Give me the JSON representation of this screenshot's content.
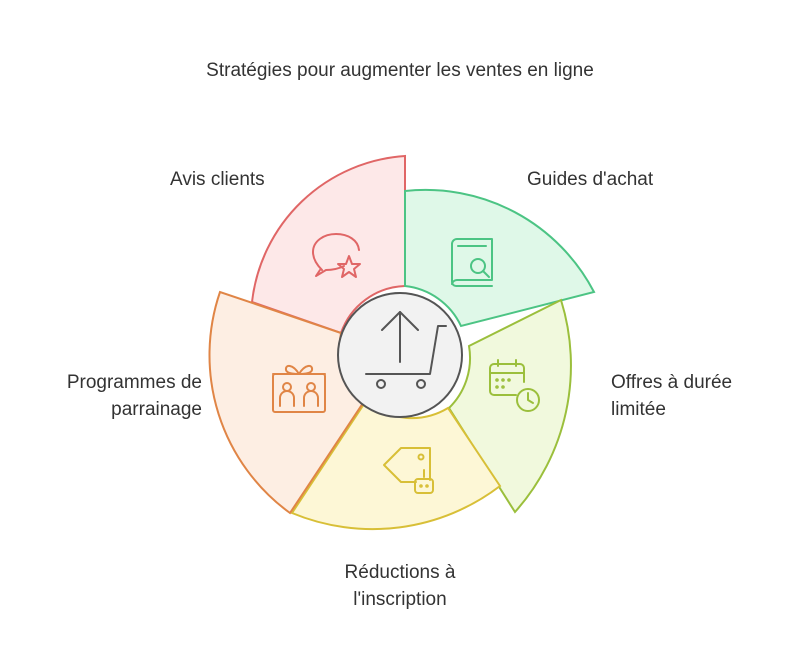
{
  "title": "Stratégies pour augmenter les ventes en ligne",
  "center": {
    "icon": "shopping-cart-upload-icon",
    "fill": "#f2f2f2",
    "stroke": "#555555"
  },
  "segments": [
    {
      "key": "avis",
      "lines": [
        "Avis clients"
      ],
      "icon": "chat-star-icon",
      "fill": "#fde8e8",
      "stroke": "#e06666"
    },
    {
      "key": "guides",
      "lines": [
        "Guides d'achat"
      ],
      "icon": "book-search-icon",
      "fill": "#dff8e8",
      "stroke": "#4cc484"
    },
    {
      "key": "offres",
      "lines": [
        "Offres à durée",
        "limitée"
      ],
      "icon": "calendar-clock-icon",
      "fill": "#f1f9dd",
      "stroke": "#9bbf3c"
    },
    {
      "key": "reduc",
      "lines": [
        "Réductions à",
        "l'inscription"
      ],
      "icon": "tag-robot-icon",
      "fill": "#fdf7d6",
      "stroke": "#d8bf37"
    },
    {
      "key": "parrain",
      "lines": [
        "Programmes de",
        "parrainage"
      ],
      "icon": "gift-people-icon",
      "fill": "#fdeee3",
      "stroke": "#e08546"
    }
  ]
}
